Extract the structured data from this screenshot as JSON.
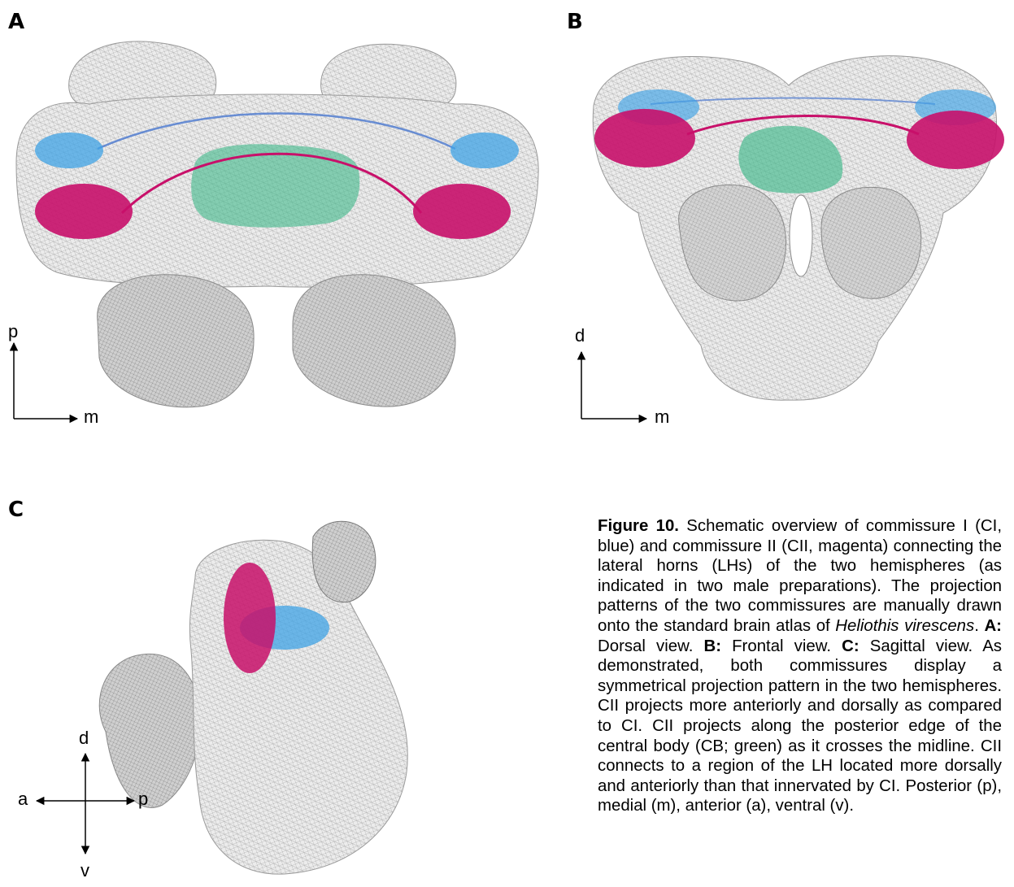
{
  "panels": {
    "a": {
      "letter": "A",
      "axis": {
        "vertical": "p",
        "horizontal": "m"
      },
      "colors": {
        "ci": "#4aa3e0",
        "cii": "#c8106a",
        "cb": "#3fb98a",
        "mesh": "#c9c9c9"
      }
    },
    "b": {
      "letter": "B",
      "axis": {
        "vertical": "d",
        "horizontal": "m"
      }
    },
    "c": {
      "letter": "C",
      "axis": {
        "up": "d",
        "down": "v",
        "left": "a",
        "right": "p"
      }
    }
  },
  "caption": {
    "figure_label": "Figure 10.",
    "part1": " Schematic overview of commissure I (CI, blue) and commissure II (CII, magenta) connecting the lateral horns (LHs) of the two hemispheres (as indicated in two male preparations). The projection patterns of the two commissures are manually drawn onto the standard brain atlas of ",
    "species": "Heliothis virescens",
    "part2": ". ",
    "label_a": "A:",
    "text_a": " Dorsal view. ",
    "label_b": "B:",
    "text_b": " Frontal view. ",
    "label_c": "C:",
    "text_c": " Sagittal view. As demonstrated, both commissures display a symmetrical projection pattern in the two hemispheres. CII projects more anteriorly and dorsally as compared to CI. CII projects along the posterior edge of the central body (CB; green) as it crosses the midline. CII connects to a region of the LH located more dorsally and anteriorly than that innervated by CI. Posterior (p), medial (m), anterior (a), ventral (v)."
  }
}
